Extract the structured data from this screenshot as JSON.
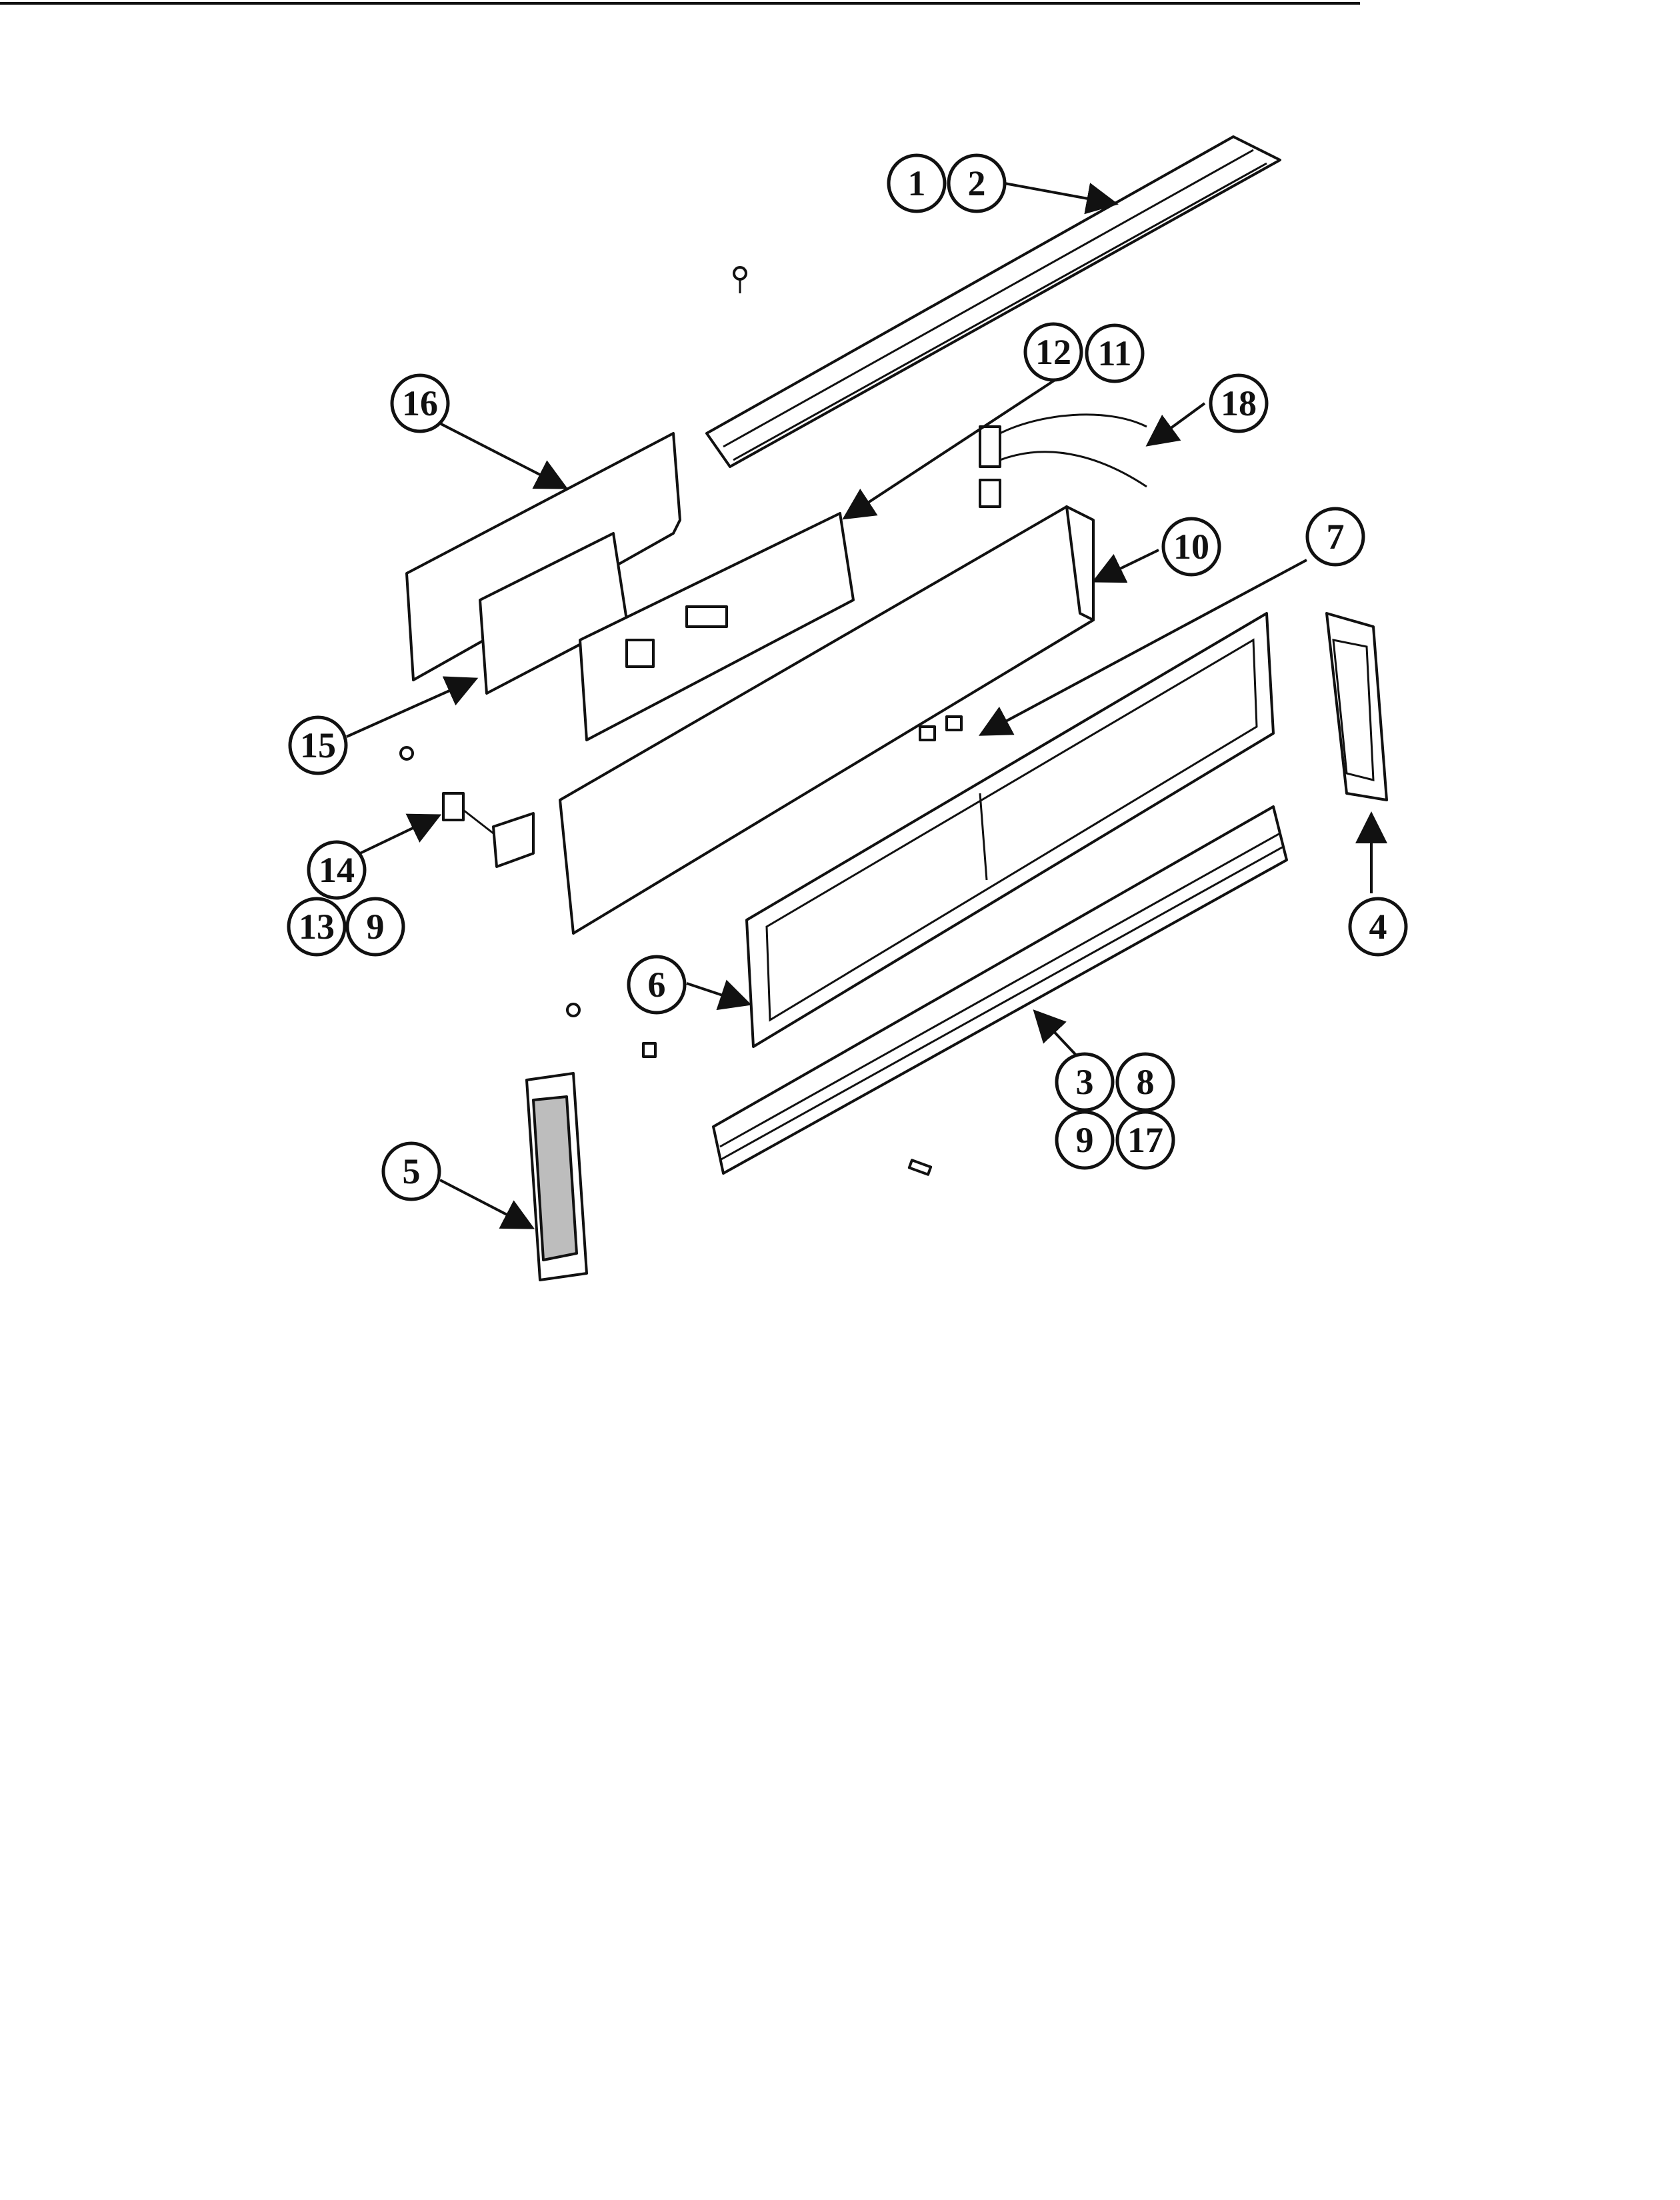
{
  "callouts": {
    "c1": "1",
    "c2": "2",
    "c3": "3",
    "c4": "4",
    "c5": "5",
    "c6": "6",
    "c7": "7",
    "c8": "8",
    "c9a": "9",
    "c9b": "9",
    "c10": "10",
    "c11": "11",
    "c12": "12",
    "c13": "13",
    "c14": "14",
    "c15": "15",
    "c16": "16",
    "c17": "17",
    "c18": "18"
  },
  "colors": {
    "ink": "#111111",
    "paper": "#ffffff"
  }
}
